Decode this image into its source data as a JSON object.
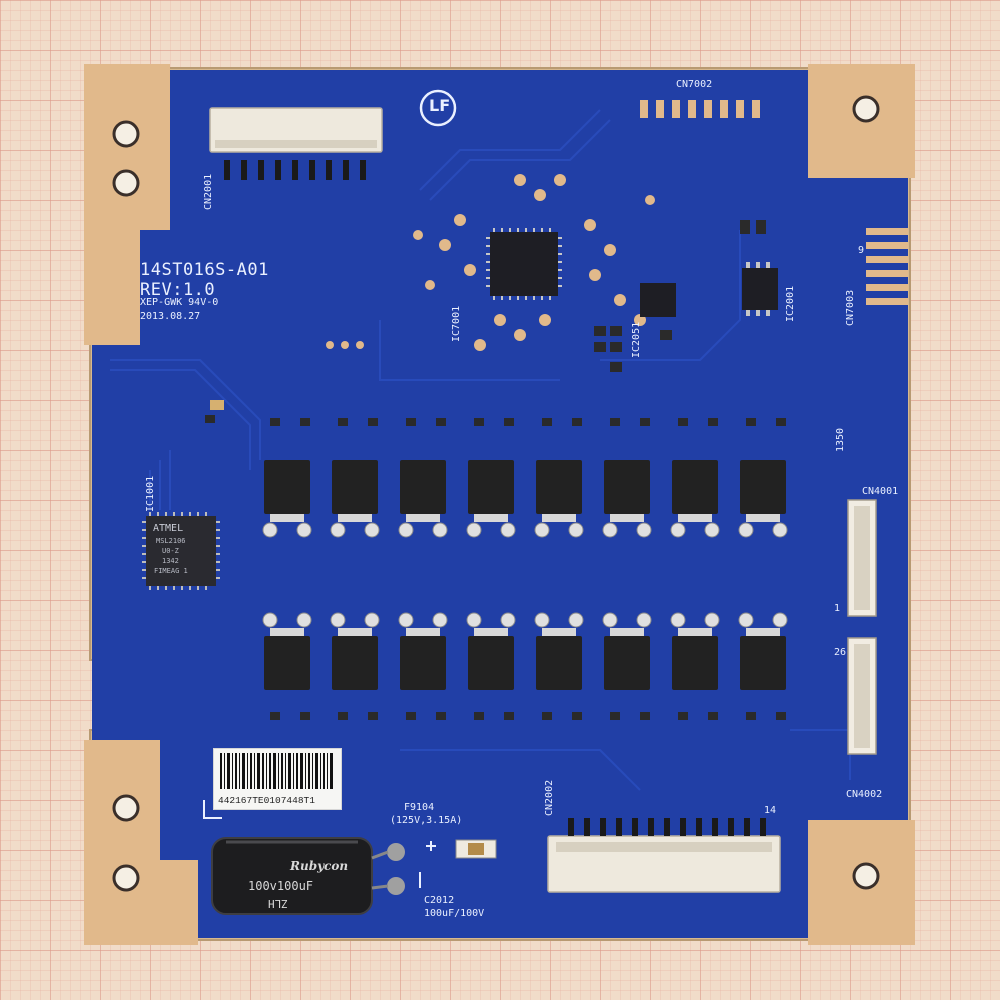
{
  "colors": {
    "paper": "#f1dcc9",
    "grid": "#e2a392",
    "board": "#213fa6",
    "pad": "#e1b98b",
    "silkscreen": "#eaf0ff",
    "chip": "#1e1e24"
  },
  "board": {
    "model": "14ST016S-A01",
    "revision": "REV:1.0",
    "rating": "XEP-GWK 94V-0",
    "date": "2013.08.27",
    "logo": "LF",
    "refs": {
      "cn7002": "CN7002",
      "cn2001": "CN2001",
      "cn7003": "CN7003",
      "ic2001": "IC2001",
      "ic7001": "IC7001",
      "ic2051": "IC2051",
      "cn4001": "CN4001",
      "cn4002": "CN4002",
      "cn2002": "CN2002",
      "ic1001": "IC1001",
      "f9104": "F9104",
      "fuse_rating": "(125V,3.15A)",
      "c2012": "C2012",
      "c2012_value": "100uF/100V",
      "pin_9": "9",
      "pin_14": "14",
      "pin_26": "26",
      "pin_1": "1",
      "date_code": "1350"
    },
    "mcu": {
      "brand": "ATMEL",
      "line2": "MSL2106",
      "line3": "U0-Z",
      "line4": "1342",
      "line5": "FIMEAG 1"
    },
    "capacitor": {
      "brand": "Rubycon",
      "value": "100v100uF",
      "series": "ZLH"
    },
    "sticker": {
      "code": "442167TE0107448T1"
    }
  }
}
